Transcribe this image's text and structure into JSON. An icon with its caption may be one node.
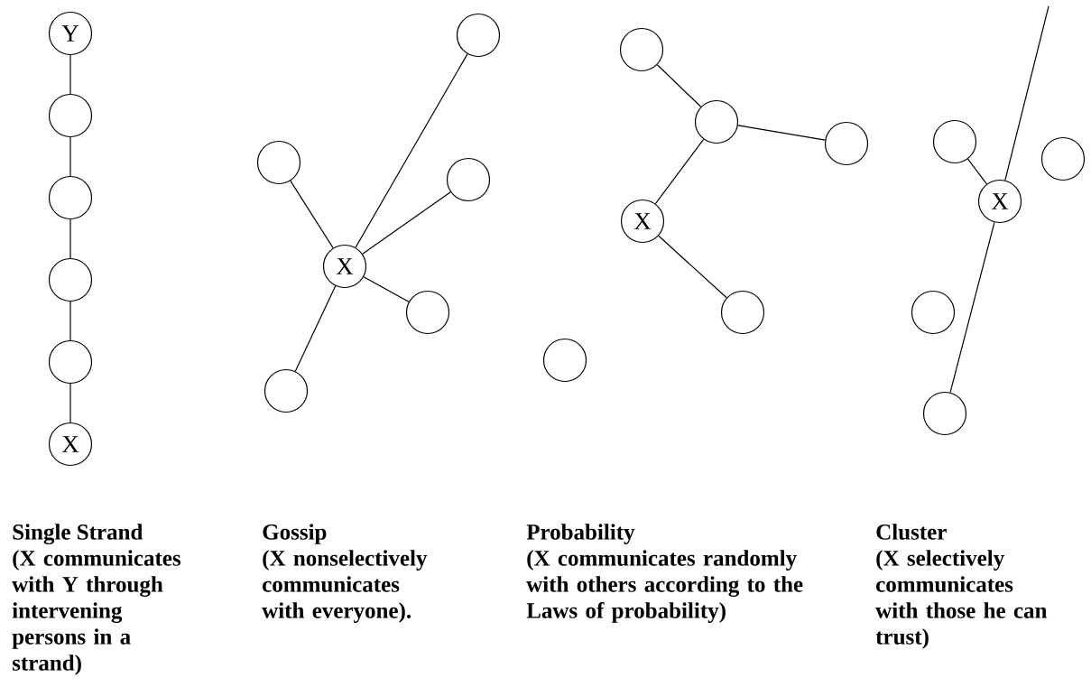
{
  "diagram": {
    "nodes": [
      {
        "text": [
          "Y"
        ]
      },
      {
        "text": [],
        "shape": "circle"
      },
      {
        "text": [],
        "shape": "circle"
      },
      {
        "text": [],
        "shape": "circle"
      },
      {
        "text": [],
        "shape": "circle"
      },
      {
        "text": [
          "X"
        ]
      },
      {
        "text": [],
        "shape": "circle"
      },
      {
        "text": [],
        "shape": "circle"
      },
      {
        "text": [],
        "shape": "circle"
      },
      {
        "text": [
          "X"
        ]
      },
      {
        "text": [],
        "shape": "circle"
      },
      {
        "text": [],
        "shape": "circle"
      },
      {
        "text": [],
        "shape": "circle"
      },
      {
        "text": [],
        "shape": "circle"
      },
      {
        "text": [],
        "shape": "circle"
      },
      {
        "text": [
          "X"
        ]
      },
      {
        "text": [],
        "shape": "circle"
      },
      {
        "text": [],
        "shape": "circle"
      },
      {
        "text": [],
        "shape": "circle"
      },
      {
        "text": [],
        "shape": "circle"
      },
      {
        "text": [
          "X"
        ]
      },
      {
        "text": [],
        "shape": "circle"
      },
      {
        "text": [],
        "shape": "circle"
      }
    ],
    "edges": [
      {
        "from": 0,
        "to": 1,
        "arrow": "none"
      },
      {
        "from": 1,
        "to": 2,
        "arrow": "none"
      },
      {
        "from": 2,
        "to": 3,
        "arrow": "none"
      },
      {
        "from": 3,
        "to": 4,
        "arrow": "none"
      },
      {
        "from": 4,
        "to": 5,
        "arrow": "none"
      },
      {
        "from": 9,
        "to": 6,
        "arrow": "none"
      },
      {
        "from": 9,
        "to": 7,
        "arrow": "none"
      },
      {
        "from": 9,
        "to": 8,
        "arrow": "none"
      },
      {
        "from": 9,
        "to": 10,
        "arrow": "none"
      },
      {
        "from": 9,
        "to": 11,
        "arrow": "none"
      },
      {
        "from": 12,
        "to": 13,
        "arrow": "none"
      },
      {
        "from": 13,
        "to": 14,
        "arrow": "none"
      },
      {
        "from": 13,
        "to": 15,
        "arrow": "none"
      },
      {
        "from": 15,
        "to": 16,
        "arrow": "none"
      },
      {
        "from": 18,
        "to": 20,
        "arrow": "none"
      },
      {
        "from": 20,
        "to": null,
        "arrow": "none"
      },
      {
        "from": 20,
        "to": 22,
        "arrow": "none"
      }
    ],
    "labels": [
      "Single Strand",
      "(X communicates with Y through intervening persons in a strand)",
      "Gossip",
      "(X nonselectively communicates with everyone).",
      "Probability",
      "(X communicates randomly with others according to the Laws of probability)",
      "Cluster",
      "(X selectively communicates with those he can trust)"
    ]
  }
}
